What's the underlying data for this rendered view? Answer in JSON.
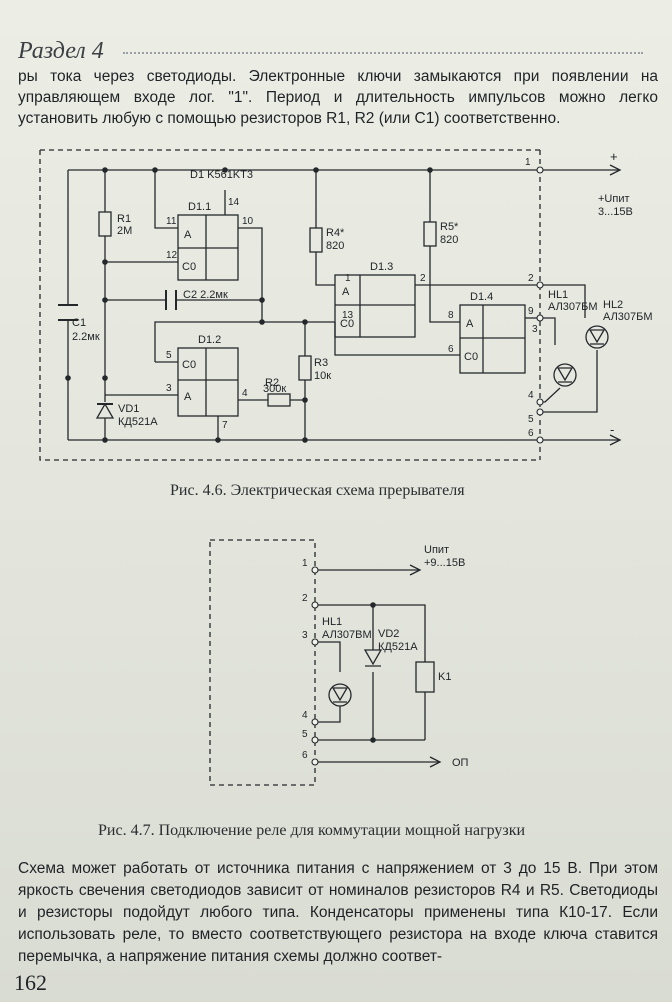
{
  "header": {
    "section": "Раздел 4"
  },
  "text_top": "ры тока через светодиоды. Электронные ключи замыкаются при появлении на управляющем входе лог. \"1\". Период и длительность импульсов можно легко установить любую с помощью резисторов R1, R2 (или C1) соответственно.",
  "figure1": {
    "caption": "Рис. 4.6. Электрическая схема прерывателя",
    "labels": {
      "d1": "D1 K561KT3",
      "d11": "D1.1",
      "d12": "D1.2",
      "d13": "D1.3",
      "d14": "D1.4",
      "r1": "R1",
      "r1v": "2M",
      "r2": "R2",
      "r2v": "300к",
      "r3": "R3",
      "r3v": "10к",
      "r4": "R4*",
      "r4v": "820",
      "r5": "R5*",
      "r5v": "820",
      "c1": "C1",
      "c1v": "2.2мк",
      "c2": "C2 2.2мк",
      "vd1": "VD1",
      "vd1v": "КД521А",
      "hl1": "HL1",
      "hl1v": "АЛ307БМ",
      "hl2": "HL2",
      "hl2v": "АЛ307БМ",
      "plus": "+",
      "minus": "-",
      "supply": "+Uпит",
      "supply_range": "3...15В",
      "a": "A",
      "c0": "C0",
      "p1": "1",
      "p2": "2",
      "p3": "3",
      "p4": "4",
      "p5": "5",
      "p6": "6",
      "p7": "7",
      "p8": "8",
      "p9": "9",
      "p10": "10",
      "p11": "11",
      "p12": "12",
      "p13": "13",
      "p14": "14"
    }
  },
  "figure2": {
    "caption": "Рис. 4.7. Подключение реле для коммутации мощной нагрузки",
    "labels": {
      "supply": "Uпит",
      "supply_range": "+9...15В",
      "hl1": "HL1",
      "hl1v": "АЛ307ВМ",
      "vd2": "VD2",
      "vd2v": "КД521А",
      "k1": "K1",
      "op": "ОП",
      "p1": "1",
      "p2": "2",
      "p3": "3",
      "p4": "4",
      "p5": "5",
      "p6": "6"
    }
  },
  "text_bottom": "Схема может работать от источника питания с напряжением от 3 до 15 В. При этом яркость свечения светодиодов зависит от номиналов резисторов R4 и R5. Светодиоды и резисторы подойдут любого типа. Конденсаторы применены типа К10-17. Если использовать реле, то вместо соответствующего резистора на входе ключа ставится перемычка, а напряжение питания схемы должно соответ-",
  "page_number": "162"
}
